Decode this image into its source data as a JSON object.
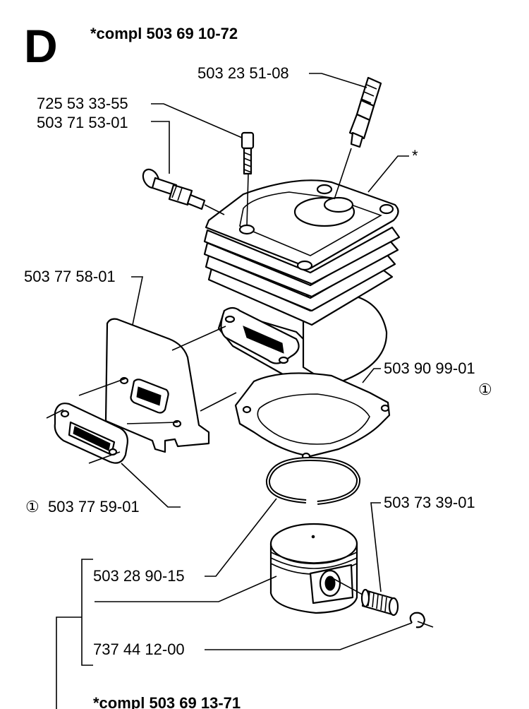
{
  "section_letter": "D",
  "assembly_top": "*compl 503 69 10-72",
  "assembly_bottom": "*compl 503 69 13-71",
  "parts": {
    "spark_plug": "503 23 51-08",
    "screw": "725 53 33-55",
    "decompression_valve": "503 71 53-01",
    "cylinder_marker": "*",
    "heat_shield": "503 77 58-01",
    "cylinder_gasket": "503 90 99-01",
    "gasket_note": "①",
    "muffler_gasket_note": "①",
    "muffler_gasket": "503 77 59-01",
    "needle_bearing": "503 73 39-01",
    "piston_ring": "503 28 90-15",
    "circlip": "737 44 12-00"
  }
}
